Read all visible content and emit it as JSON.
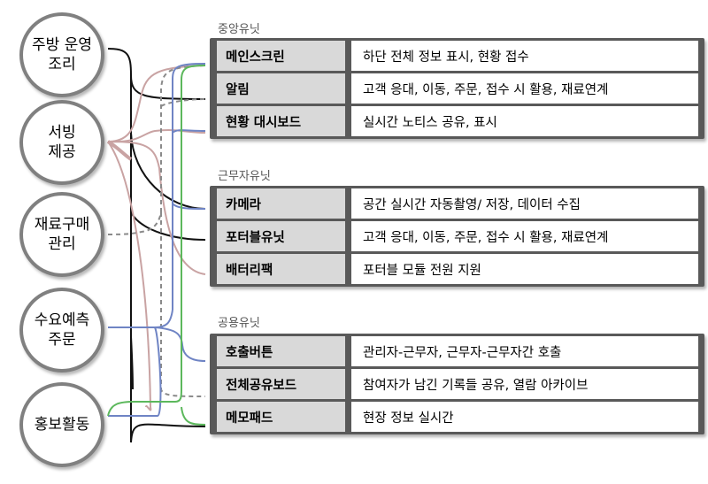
{
  "roles": [
    {
      "label": "주방 운영\n조리"
    },
    {
      "label": "서빙\n제공"
    },
    {
      "label": "재료구매\n관리"
    },
    {
      "label": "수요예측\n주문"
    },
    {
      "label": "홍보활동"
    }
  ],
  "groups": [
    {
      "title": "중앙유닛",
      "rows": [
        {
          "name": "메인스크린",
          "desc": "하단 전체 정보 표시, 현황 접수"
        },
        {
          "name": "알림",
          "desc": "고객 응대, 이동, 주문, 접수 시 활용, 재료연계"
        },
        {
          "name": "현황 대시보드",
          "desc": "실시간 노티스 공유, 표시"
        }
      ]
    },
    {
      "title": "근무자유닛",
      "rows": [
        {
          "name": "카메라",
          "desc": "공간 실시간 자동촬영/ 저장, 데이터 수집"
        },
        {
          "name": "포터블유닛",
          "desc": "고객 응대, 이동, 주문, 접수 시 활용, 재료연계"
        },
        {
          "name": "배터리팩",
          "desc": "포터블 모듈 전원 지원"
        }
      ]
    },
    {
      "title": "공용유닛",
      "rows": [
        {
          "name": "호출버튼",
          "desc": "관리자-근무자, 근무자-근무자간 호출"
        },
        {
          "name": "전체공유보드",
          "desc": "참여자가 남긴 기록들 공유, 열람 아카이브"
        },
        {
          "name": "메모패드",
          "desc": "현장 정보 실시간"
        }
      ]
    }
  ],
  "colors": {
    "kitchen": "#111111",
    "serving": "#c9a3a3",
    "purchasing": "#8a8a8a",
    "forecasting": "#6f84c4",
    "promotion": "#5cb85c",
    "panel": "#595959",
    "row_name_bg": "#d9d9d9"
  }
}
